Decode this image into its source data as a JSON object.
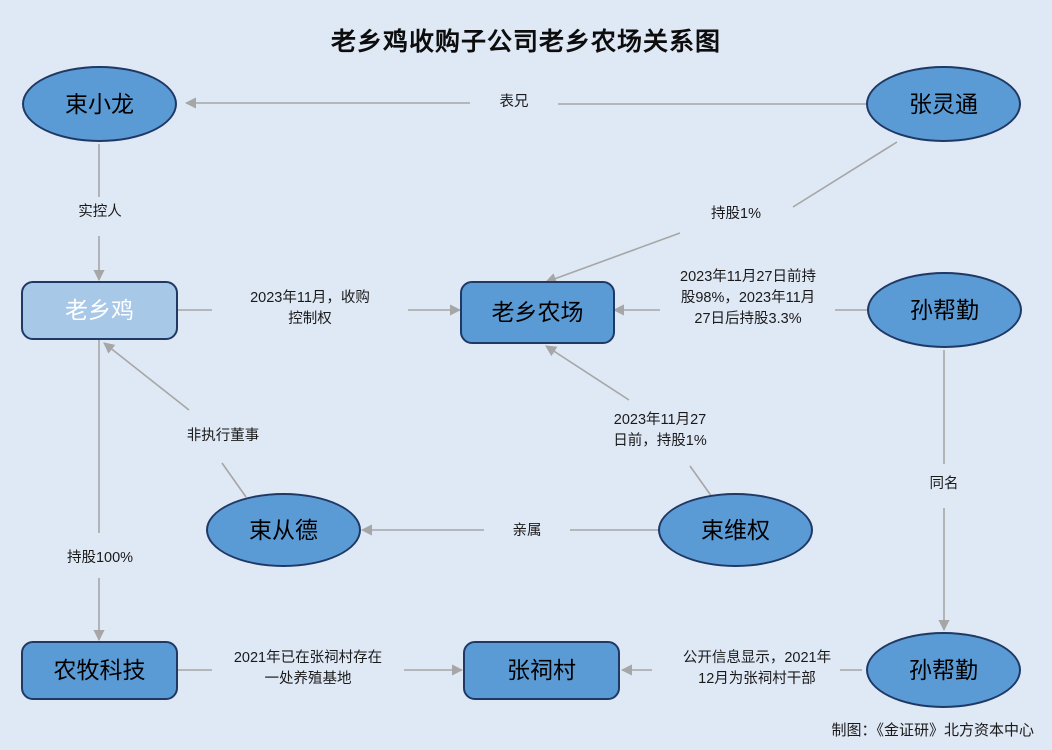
{
  "title": "老乡鸡收购子公司老乡农场关系图",
  "credit": "制图：《金证研》北方资本中心",
  "colors": {
    "background": "#dfe8f5",
    "node_fill": "#5b9bd5",
    "node_fill_light": "#a8c8e8",
    "node_border": "#1f3864",
    "edge": "#a6a6a6",
    "text": "#000000"
  },
  "nodes": [
    {
      "id": "shu-xiao-long",
      "label": "束小龙",
      "shape": "ellipse"
    },
    {
      "id": "zhang-ling-tong",
      "label": "张灵通",
      "shape": "ellipse"
    },
    {
      "id": "lao-xiang-ji",
      "label": "老乡鸡",
      "shape": "rect-light"
    },
    {
      "id": "lao-xiang-nong-chang",
      "label": "老乡农场",
      "shape": "rect"
    },
    {
      "id": "sun-bang-qin-top",
      "label": "孙帮勤",
      "shape": "ellipse"
    },
    {
      "id": "shu-cong-de",
      "label": "束从德",
      "shape": "ellipse"
    },
    {
      "id": "shu-wei-quan",
      "label": "束维权",
      "shape": "ellipse"
    },
    {
      "id": "nong-mu-ke-ji",
      "label": "农牧科技",
      "shape": "rect"
    },
    {
      "id": "zhang-ci-cun",
      "label": "张祠村",
      "shape": "rect"
    },
    {
      "id": "sun-bang-qin-bottom",
      "label": "孙帮勤",
      "shape": "ellipse"
    }
  ],
  "edges": [
    {
      "id": "e1",
      "from": "zhang-ling-tong",
      "to": "shu-xiao-long",
      "label": "表兄"
    },
    {
      "id": "e2",
      "from": "shu-xiao-long",
      "to": "lao-xiang-ji",
      "label": "实控人"
    },
    {
      "id": "e3",
      "from": "zhang-ling-tong",
      "to": "lao-xiang-nong-chang",
      "label": "持股1%"
    },
    {
      "id": "e4",
      "from": "lao-xiang-ji",
      "to": "lao-xiang-nong-chang",
      "label": "2023年11月，收购\n控制权"
    },
    {
      "id": "e5",
      "from": "sun-bang-qin-top",
      "to": "lao-xiang-nong-chang",
      "label": "2023年11月27日前持\n股98%，2023年11月\n27日后持股3.3%"
    },
    {
      "id": "e6",
      "from": "shu-wei-quan",
      "to": "lao-xiang-nong-chang",
      "label": "2023年11月27\n日前，持股1%"
    },
    {
      "id": "e7",
      "from": "shu-cong-de",
      "to": "lao-xiang-ji",
      "label": "非执行董事"
    },
    {
      "id": "e8",
      "from": "shu-wei-quan",
      "to": "shu-cong-de",
      "label": "亲属"
    },
    {
      "id": "e9",
      "from": "lao-xiang-ji",
      "to": "nong-mu-ke-ji",
      "label": "持股100%"
    },
    {
      "id": "e10",
      "from": "nong-mu-ke-ji",
      "to": "zhang-ci-cun",
      "label": "2021年已在张祠村存在\n一处养殖基地"
    },
    {
      "id": "e11",
      "from": "sun-bang-qin-bottom",
      "to": "zhang-ci-cun",
      "label": "公开信息显示，2021年\n12月为张祠村干部"
    },
    {
      "id": "e12",
      "from": "sun-bang-qin-top",
      "to": "sun-bang-qin-bottom",
      "label": "同名"
    }
  ]
}
